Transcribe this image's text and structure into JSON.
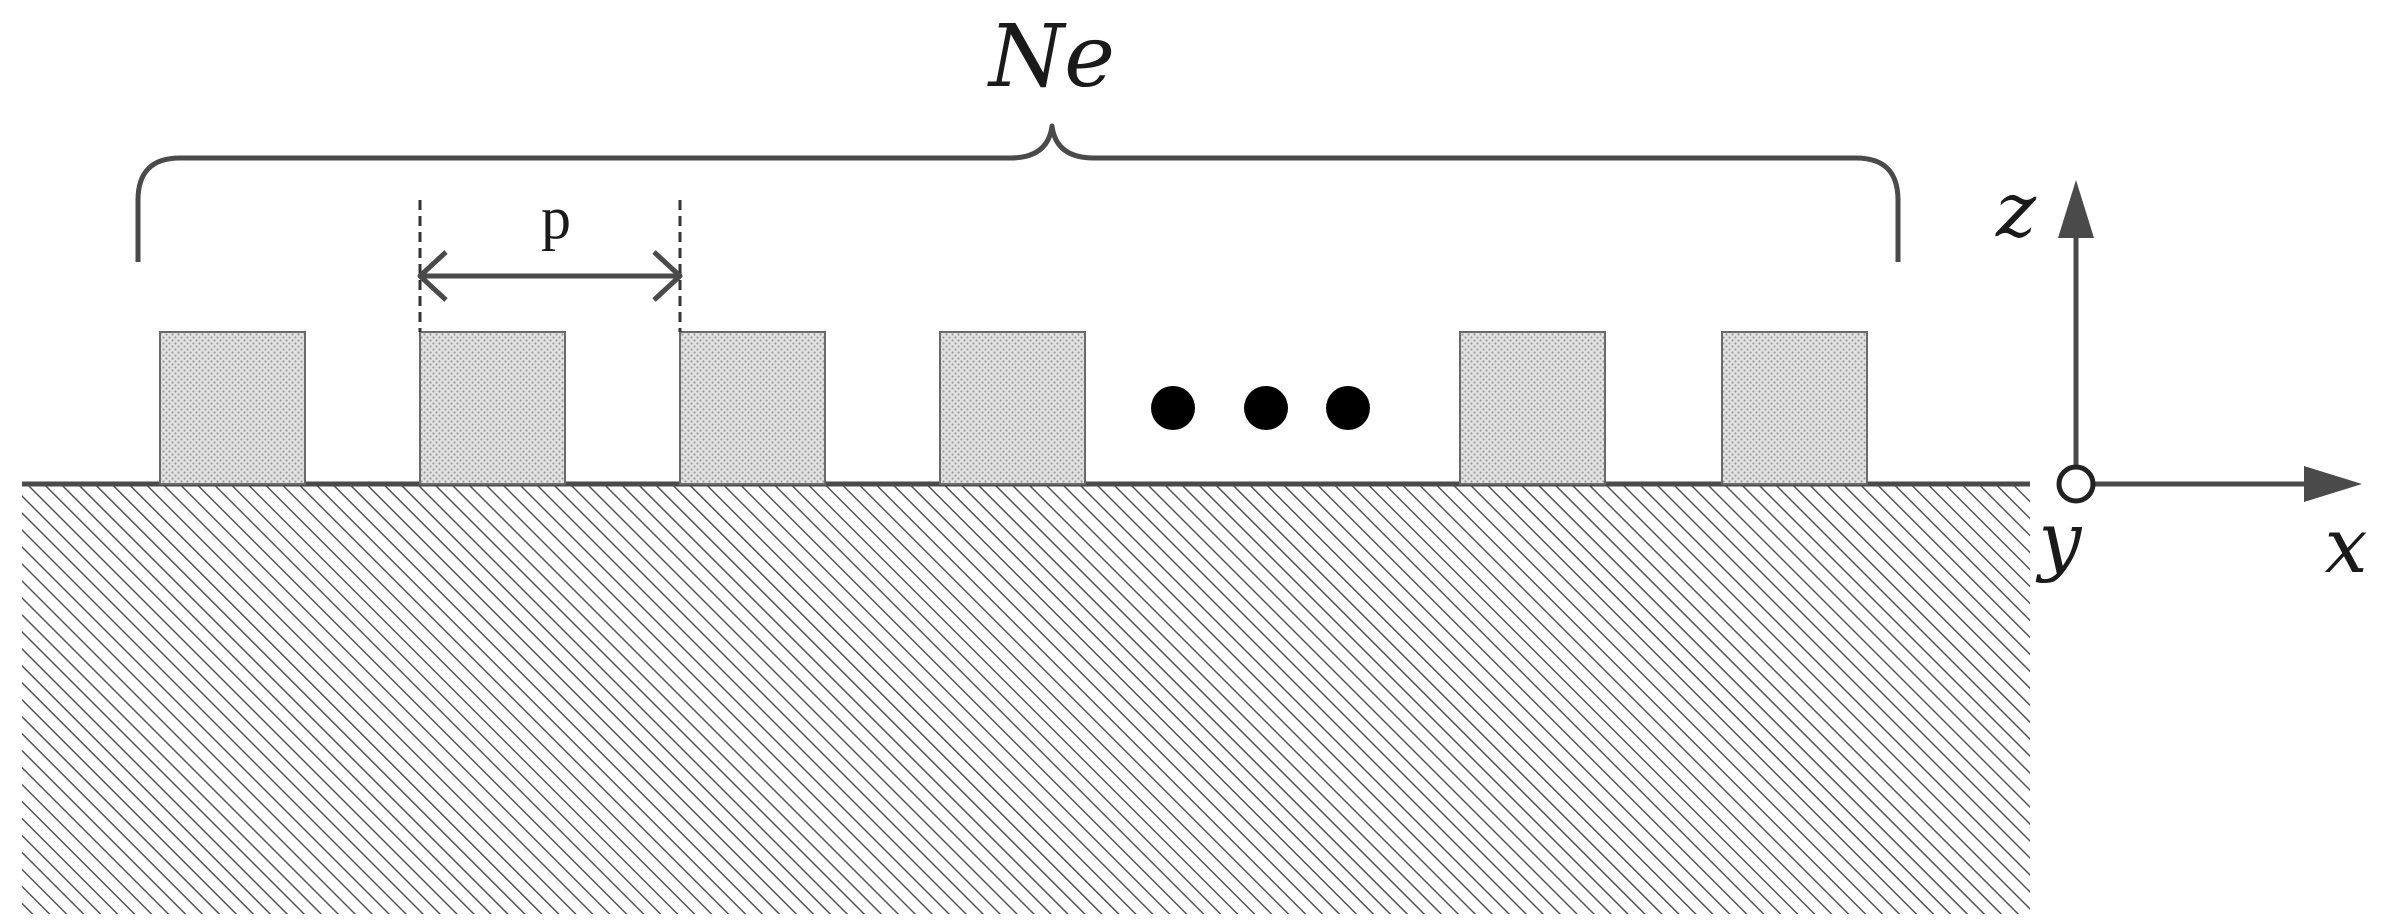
{
  "labels": {
    "array_count": "Ne",
    "period": "p",
    "axis_z": "z",
    "axis_x": "x",
    "axis_y": "y"
  },
  "element_count_drawn": 6,
  "colors": {
    "stroke": "#4a4a4a",
    "element_fill": "#d2d2d2",
    "hatch": "#555555",
    "dots": "#000000"
  }
}
